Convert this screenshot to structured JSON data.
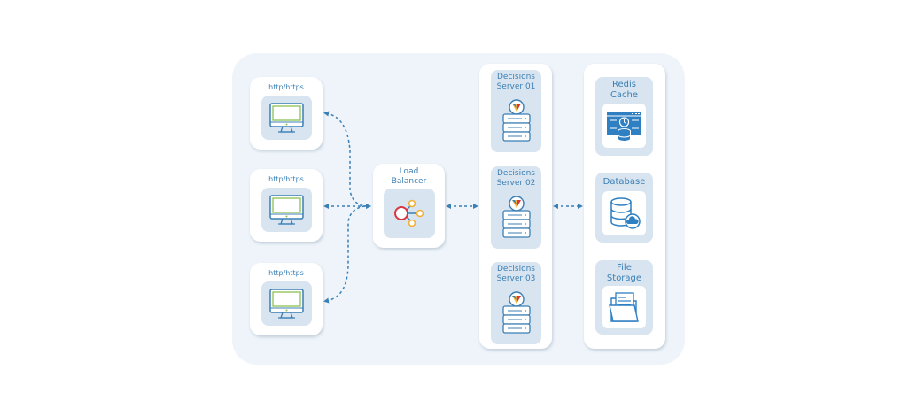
{
  "diagram": {
    "type": "architecture",
    "clients": [
      {
        "label": "http/https",
        "icon": "monitor-icon"
      },
      {
        "label": "http/https",
        "icon": "monitor-icon"
      },
      {
        "label": "http/https",
        "icon": "monitor-icon"
      }
    ],
    "load_balancer": {
      "label_line1": "Load",
      "label_line2": "Balancer",
      "icon": "network-hub-icon"
    },
    "servers": [
      {
        "label_line1": "Decisions",
        "label_line2": "Server 01",
        "icon": "server-icon"
      },
      {
        "label_line1": "Decisions",
        "label_line2": "Server 02",
        "icon": "server-icon"
      },
      {
        "label_line1": "Decisions",
        "label_line2": "Server 03",
        "icon": "server-icon"
      }
    ],
    "storage": [
      {
        "label_line1": "Redis",
        "label_line2": "Cache",
        "icon": "cache-icon"
      },
      {
        "label_line1": "Database",
        "label_line2": "",
        "icon": "database-cloud-icon"
      },
      {
        "label_line1": "File",
        "label_line2": "Storage",
        "icon": "folder-icon"
      }
    ],
    "connections": [
      {
        "from": "clients",
        "to": "load_balancer",
        "style": "dashed bidirectional"
      },
      {
        "from": "load_balancer",
        "to": "servers",
        "style": "dashed bidirectional"
      },
      {
        "from": "servers",
        "to": "storage",
        "style": "dashed bidirectional"
      }
    ],
    "colors": {
      "background": "#eef4fa",
      "card": "#ffffff",
      "inner": "#d8e5f0",
      "label": "#3b7fb5",
      "arrow": "#3b7fb5",
      "accent_green": "#8cc152",
      "accent_red": "#d9363e",
      "accent_yellow": "#f2b134"
    }
  }
}
